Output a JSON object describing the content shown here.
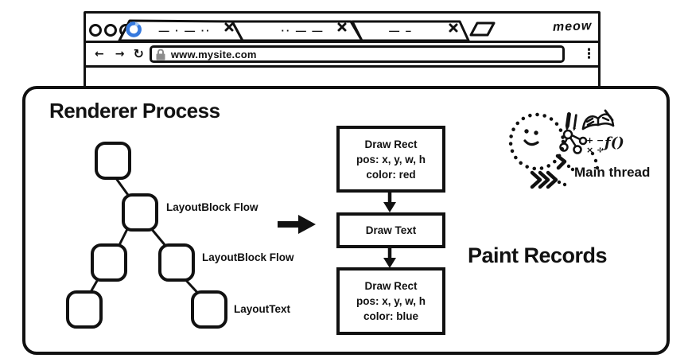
{
  "browser": {
    "brand": "meow",
    "window_controls": [
      "circle",
      "circle",
      "circle"
    ],
    "tabs": [
      {
        "placeholder": "— · — ··",
        "state": "loading"
      },
      {
        "placeholder": "·· — —",
        "state": "idle"
      },
      {
        "placeholder": "— –",
        "state": "idle"
      }
    ],
    "nav_icons": {
      "back": "←",
      "forward": "→",
      "refresh": "↻",
      "menu": "⋮"
    },
    "url_bar": {
      "url": "www.mysite.com"
    }
  },
  "renderer": {
    "title": "Renderer Process",
    "tree_labels": {
      "node2": "LayoutBlock Flow",
      "node4": "LayoutBlock Flow",
      "node6": "LayoutText"
    }
  },
  "paint": {
    "title": "Paint Records",
    "records": [
      {
        "lines": [
          "Draw Rect",
          "pos: x, y, w, h",
          "color: red"
        ]
      },
      {
        "lines": [
          "Draw Text"
        ]
      },
      {
        "lines": [
          "Draw Rect",
          "pos: x, y, w, h",
          "color: blue"
        ]
      }
    ]
  },
  "main_thread": {
    "label": "Main thread",
    "math_line1": "+ −",
    "math_line2": "× ÷",
    "fn": "ƒ()"
  },
  "colors": {
    "ink": "#111111",
    "spinner_dark": "#3579de",
    "spinner_light": "#a6c9f3",
    "lock_gray": "#8c8c8c"
  }
}
